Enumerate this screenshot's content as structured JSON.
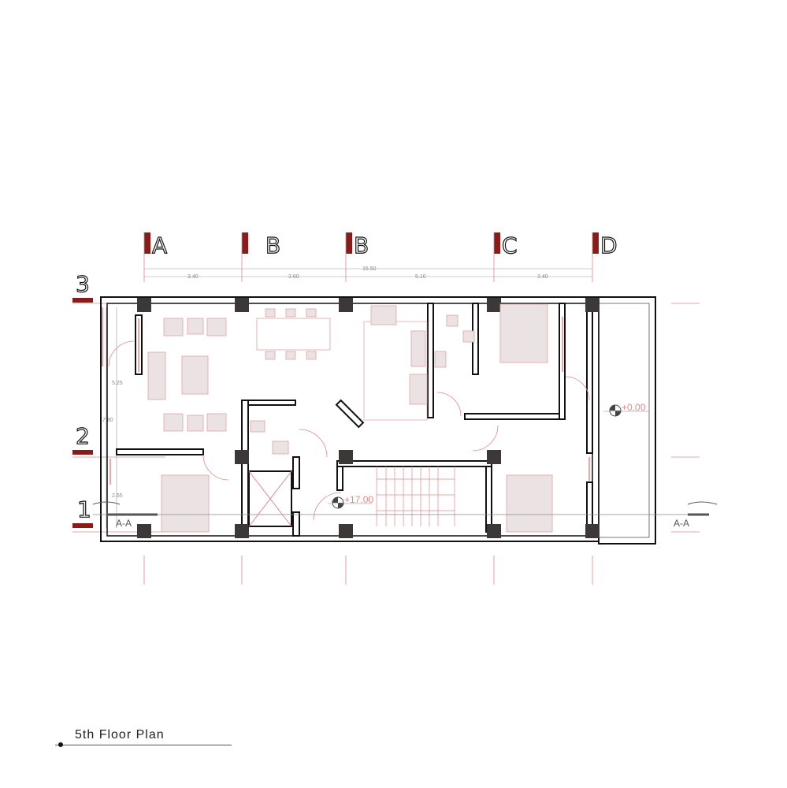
{
  "title": "5th Floor Plan",
  "grid_columns": [
    "A",
    "B",
    "B",
    "C",
    "D"
  ],
  "grid_rows": [
    "3",
    "2",
    "1"
  ],
  "dimensions": {
    "horizontal": [
      "3.40",
      "3.60",
      "5.10",
      "3.40"
    ],
    "horizontal_total": "15.50",
    "vertical": [
      "5.25",
      "2.55"
    ],
    "vertical_total": "7.80"
  },
  "levels": [
    "+17.00",
    "+0.00"
  ],
  "section_marks": [
    "A-A",
    "A-A"
  ],
  "colors": {
    "grid_marker": "#8b1a1a",
    "furniture": "#ebe3e3",
    "annotation": "#e08a8a",
    "column": "#3d3838"
  }
}
